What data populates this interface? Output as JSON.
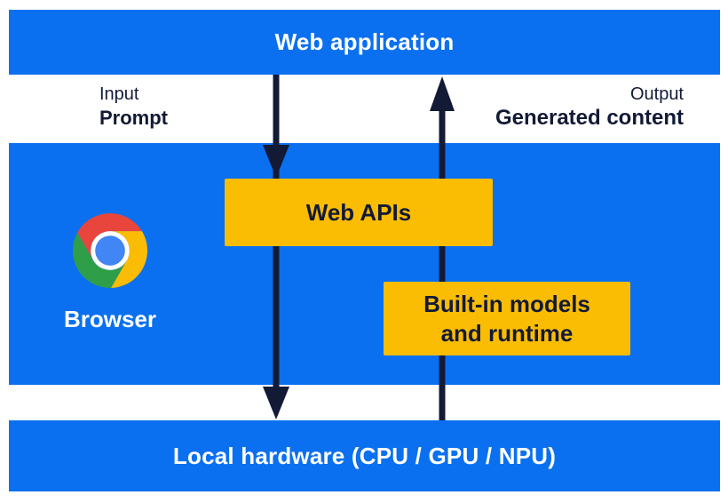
{
  "colors": {
    "blue": "#0b70f0",
    "navy": "#131a36",
    "yellow": "#fbbc04",
    "white": "#ffffff",
    "chrome_red": "#e8453c",
    "chrome_yellow": "#fbbc05",
    "chrome_green": "#2f9e49",
    "chrome_blue": "#4285f4"
  },
  "top_bar": {
    "label": "Web application"
  },
  "flow_labels": {
    "input_title": "Input",
    "input_value": "Prompt",
    "output_title": "Output",
    "output_value": "Generated content"
  },
  "browser_section": {
    "icon": "chrome-icon",
    "label": "Browser"
  },
  "boxes": {
    "web_apis": {
      "label": "Web APIs"
    },
    "builtin_models": {
      "line1": "Built-in models",
      "line2": "and runtime"
    }
  },
  "bottom_bar": {
    "label": "Local hardware (CPU / GPU / NPU)"
  }
}
